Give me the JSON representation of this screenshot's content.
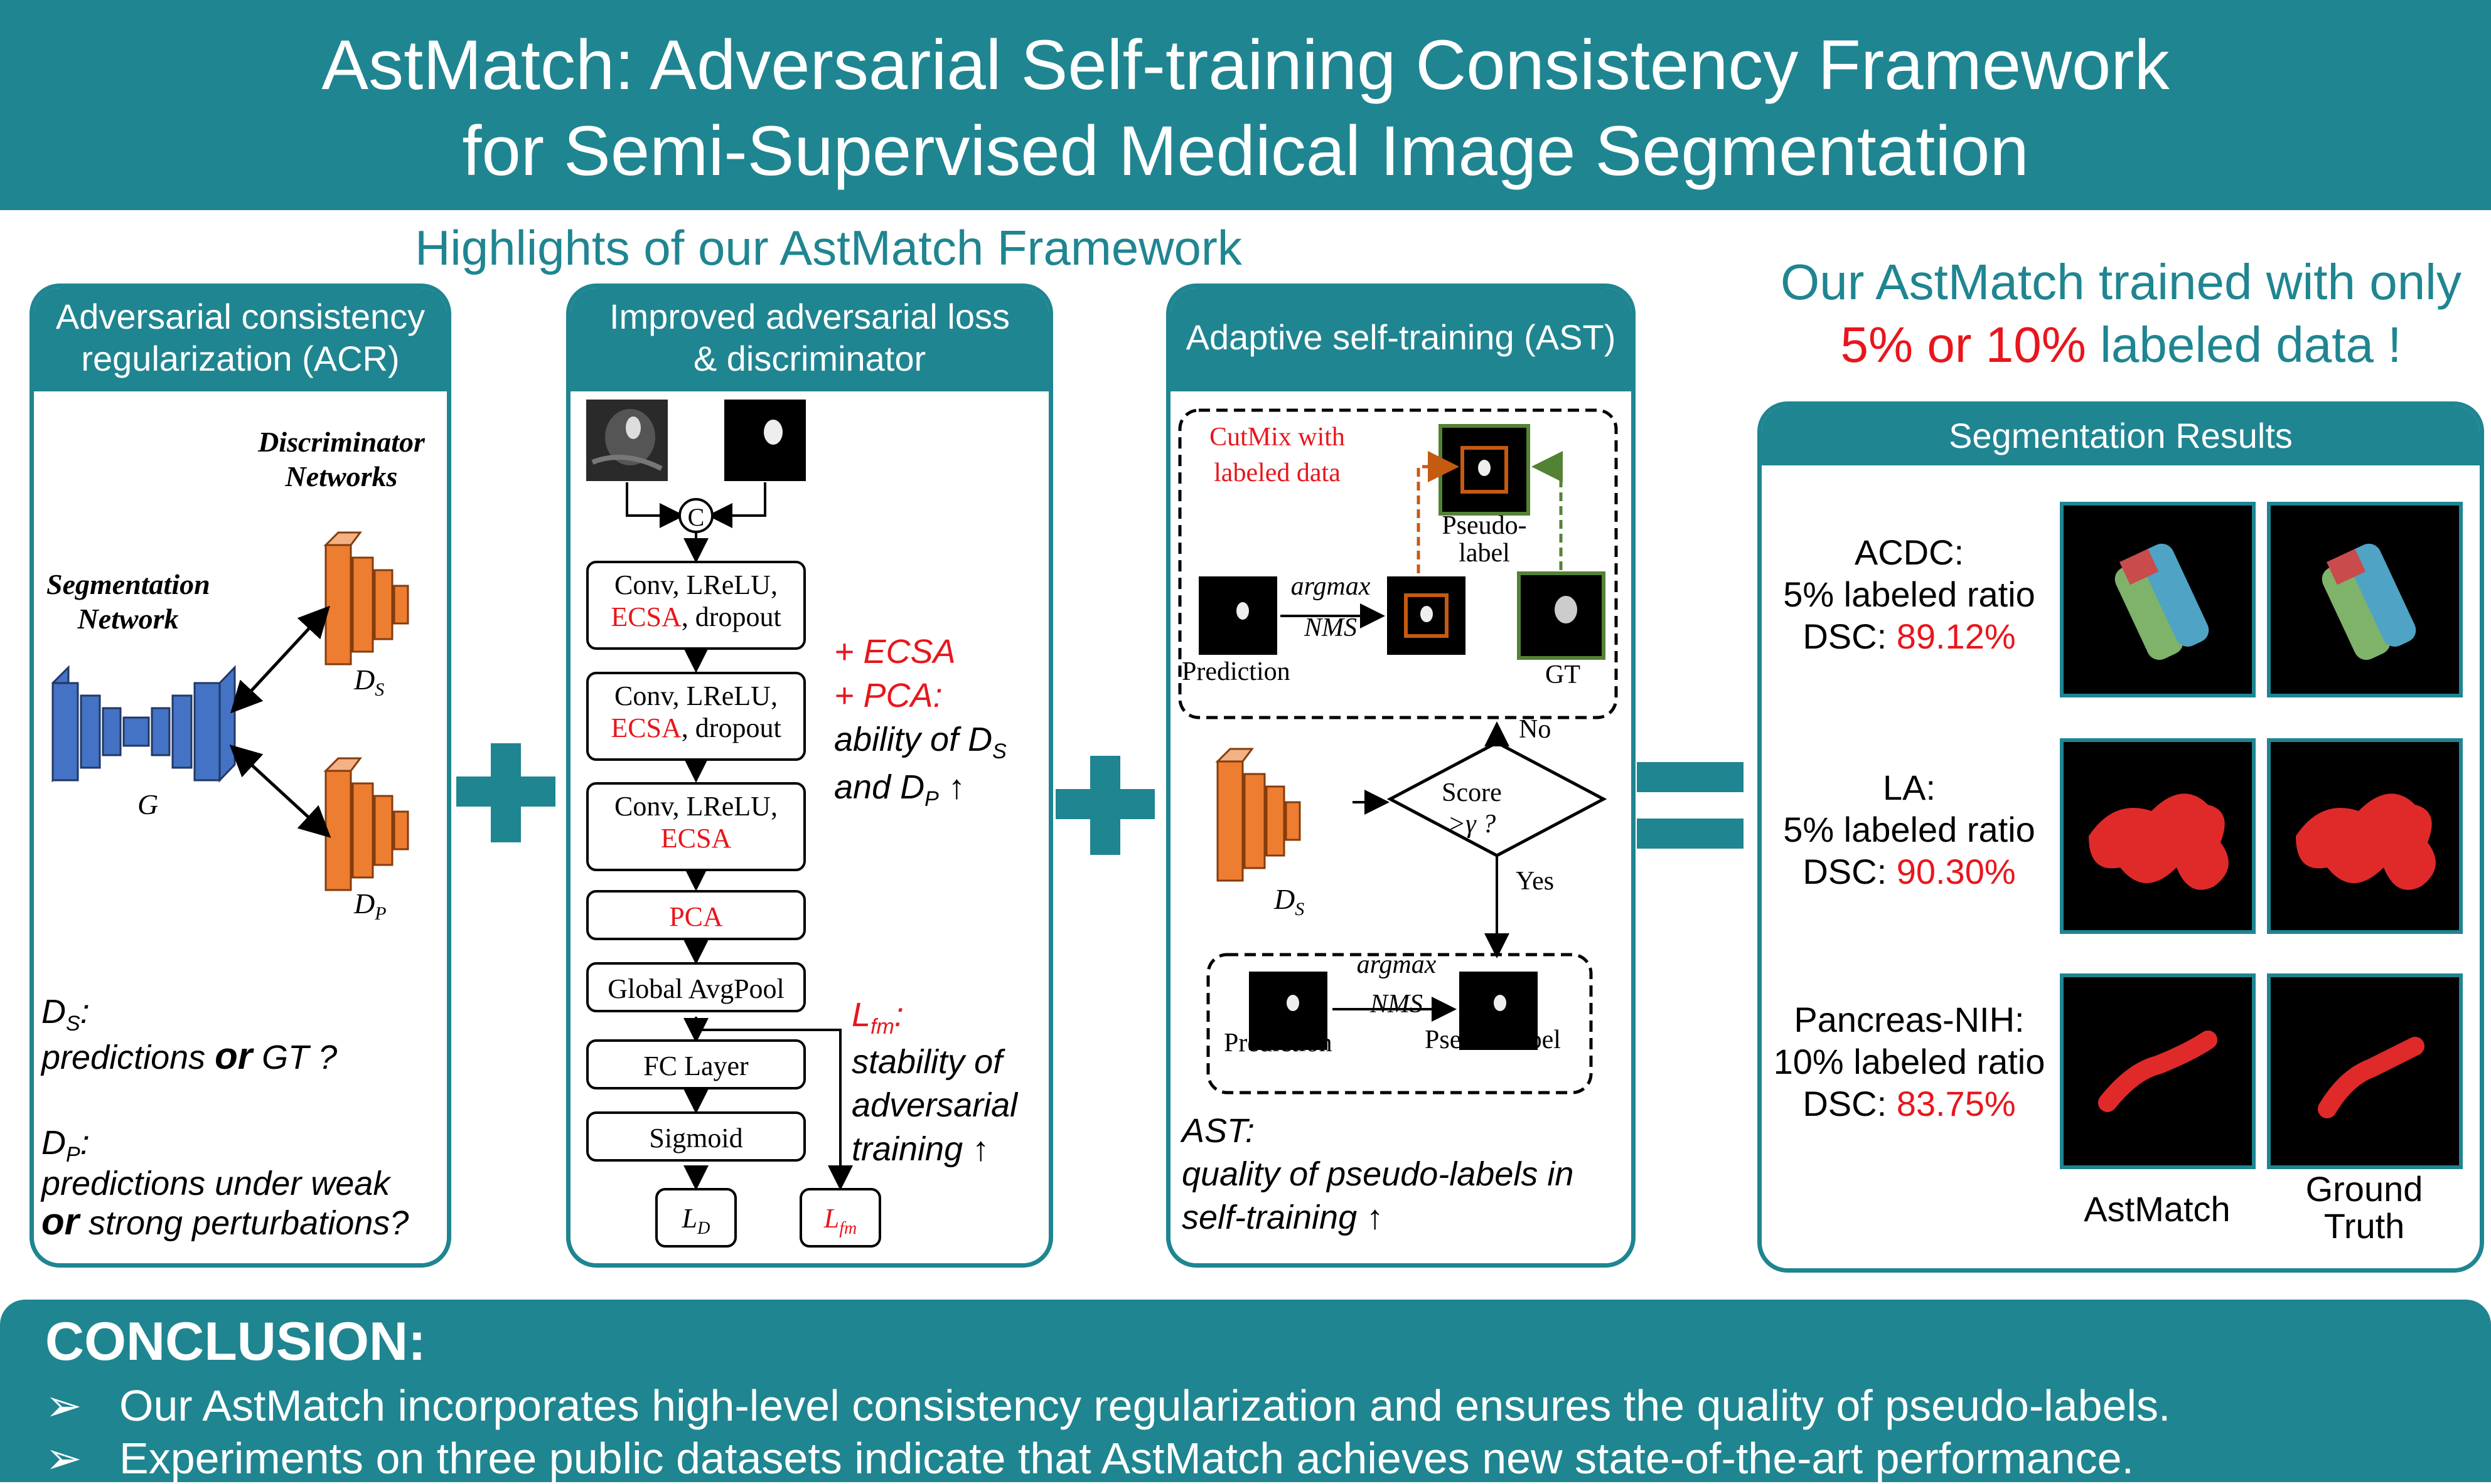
{
  "header": {
    "title_line1": "AstMatch: Adversarial Self-training Consistency Framework",
    "title_line2": "for Semi-Supervised Medical Image Segmentation"
  },
  "highlights_title": "Highlights of our AstMatch Framework",
  "acr": {
    "title_line1": "Adversarial consistency",
    "title_line2": "regularization (ACR)",
    "discriminator_line1": "Discriminator",
    "discriminator_line2": "Networks",
    "segmentation_line1": "Segmentation",
    "segmentation_line2": "Network",
    "g_label": "G",
    "ds_label": "D",
    "ds_sub": "S",
    "dp_label": "D",
    "dp_sub": "P",
    "note1_head": "D",
    "note1_sub": "S",
    "note1_colon": ":",
    "note1_body1": "predictions ",
    "note1_or": "or",
    "note1_body2": " GT ?",
    "note2_head": "D",
    "note2_sub": "P",
    "note2_colon": ":",
    "note2_body1": "predictions under weak",
    "note2_or": "or",
    "note2_body2": " strong perturbations?"
  },
  "loss": {
    "title_line1": "Improved adversarial loss",
    "title_line2": "& discriminator",
    "concat": "C",
    "block1_line1": "Conv, LReLU,",
    "block1_red": "ECSA",
    "block1_rest": ", dropout",
    "block2_line1": "Conv, LReLU,",
    "block2_red": "ECSA",
    "block2_rest": ", dropout",
    "block3_line1": "Conv, LReLU,",
    "block3_red": "ECSA",
    "pca": "PCA",
    "gap": "Global AvgPool",
    "fc": "FC Layer",
    "sigmoid": "Sigmoid",
    "ld": "L",
    "ld_sub": "D",
    "lfm": "L",
    "lfm_sub": "fm",
    "side_ecsa": "+ ECSA",
    "side_pca": "+ PCA:",
    "side_ability": "ability of D",
    "side_ability_sub": "S",
    "side_and": "and D",
    "side_and_sub": "P",
    "side_arrow": " ↑",
    "lfm_note_head": "L",
    "lfm_note_sub": "fm",
    "lfm_note_colon": ":",
    "lfm_note_line1": "stability of",
    "lfm_note_line2": "adversarial",
    "lfm_note_line3": "training ↑"
  },
  "ast": {
    "title": "Adaptive self-training (AST)",
    "cutmix_line1": "CutMix with",
    "cutmix_line2": "labeled data",
    "pseudo_line1": "Pseudo-",
    "pseudo_line2": "label",
    "argmax": "argmax",
    "nms": "NMS",
    "prediction": "Prediction",
    "gt": "GT",
    "no": "No",
    "yes": "Yes",
    "score_line1": "Score",
    "score_line2": ">γ ?",
    "ds_label": "D",
    "ds_sub": "S",
    "argmax2": "argmax",
    "nms2": "NMS",
    "prediction2": "Prediction",
    "pseudo_label2": "Pseudo-label",
    "note_line1": "AST:",
    "note_line2": "quality of pseudo-labels in",
    "note_line3": "self-training ↑"
  },
  "results": {
    "claim_line1": "Our AstMatch trained with only",
    "claim_red": "5% or 10%",
    "claim_rest": " labeled data !",
    "panel_title": "Segmentation Results",
    "rows": [
      {
        "dataset": "ACDC:",
        "ratio": "5% labeled ratio",
        "dsc_label": "DSC: ",
        "dsc": "89.12%"
      },
      {
        "dataset": "LA:",
        "ratio": "5% labeled ratio",
        "dsc_label": "DSC: ",
        "dsc": "90.30%"
      },
      {
        "dataset": "Pancreas-NIH:",
        "ratio": "10% labeled ratio",
        "dsc_label": "DSC: ",
        "dsc": "83.75%"
      }
    ],
    "col1": "AstMatch",
    "col2_line1": "Ground",
    "col2_line2": "Truth"
  },
  "conclusion": {
    "title": "CONCLUSION:",
    "bullet": "➢",
    "items": [
      "Our AstMatch incorporates high-level consistency regularization and ensures the  quality of pseudo-labels.",
      "Experiments on three public datasets indicate that AstMatch achieves new state-of-the-art performance."
    ]
  },
  "colors": {
    "teal": "#1f8591",
    "accent_red": "#e8161c",
    "segmentation_blue": "#4472c4",
    "discriminator_orange": "#ed7d31",
    "gt_green": "#548235",
    "cutmix_orange": "#c55a11"
  }
}
